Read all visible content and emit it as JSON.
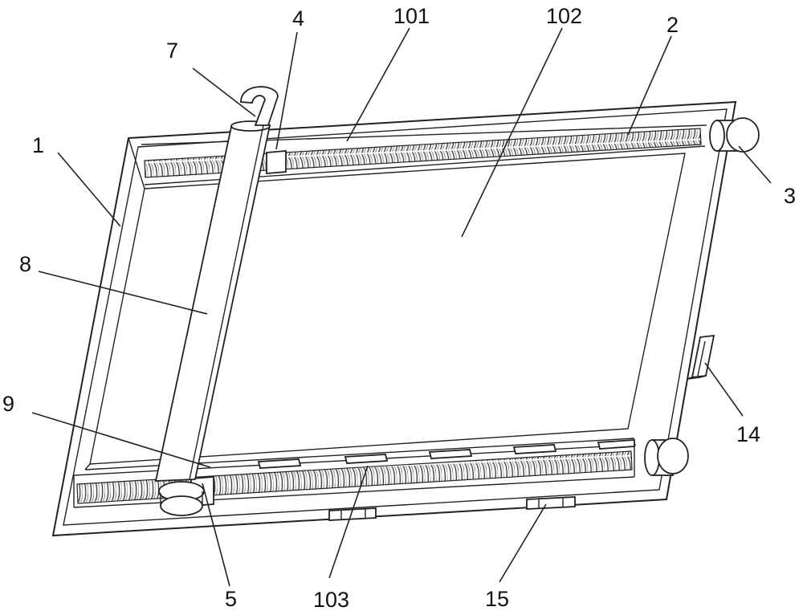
{
  "figure": {
    "labels": {
      "frame": "1",
      "frame_top_rail": "101",
      "frame_panel": "102",
      "frame_bottom_rail": "103",
      "screw_rod": "2",
      "roller": "3",
      "upper_slider": "4",
      "lower_slider": "5",
      "handle": "7",
      "scraper_bar": "8",
      "nut": "9",
      "side_bracket": "14",
      "bottom_foot": "15"
    }
  }
}
